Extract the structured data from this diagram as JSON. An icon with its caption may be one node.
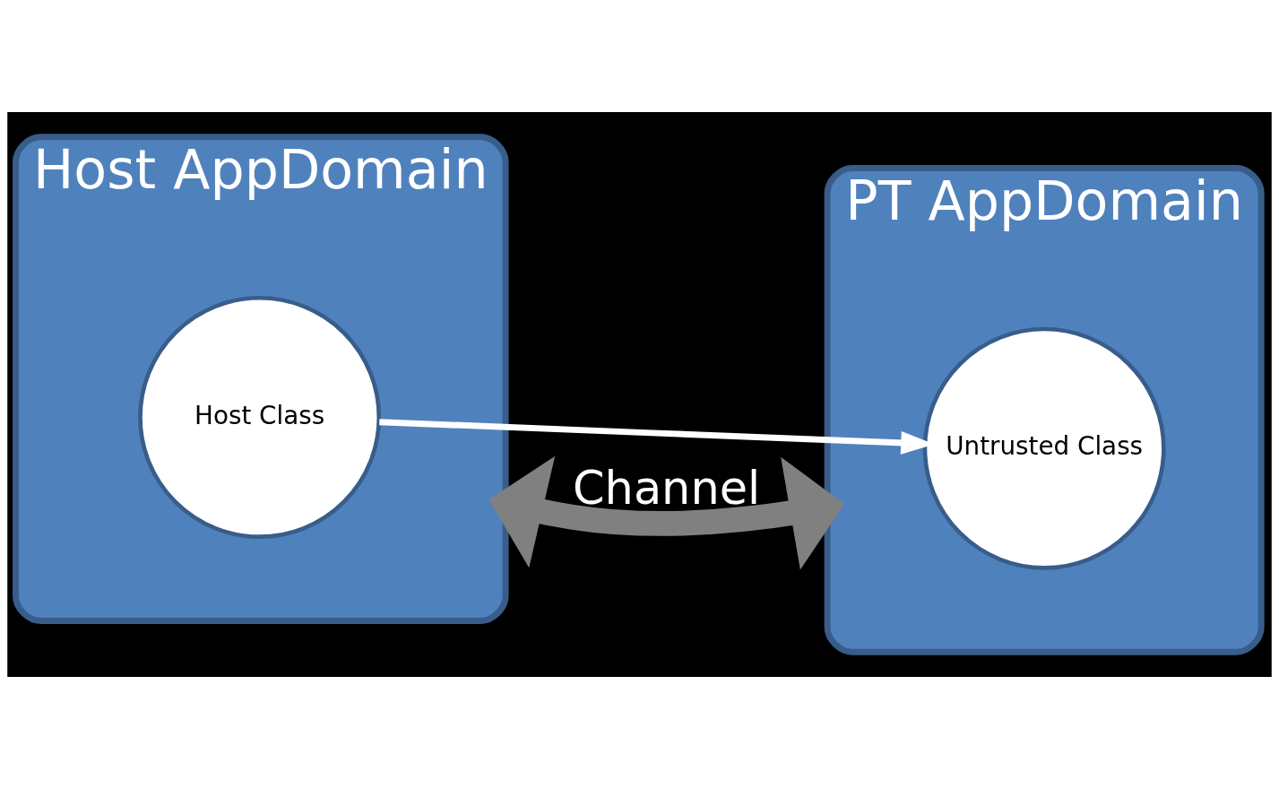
{
  "diagram": {
    "nodes": [
      {
        "text": [
          "Host AppDomain"
        ]
      },
      {
        "text": [
          "Host Class"
        ],
        "in": 0
      },
      {
        "text": [
          "PT AppDomain"
        ]
      },
      {
        "text": [
          "Untrusted Class"
        ],
        "in": 2
      }
    ],
    "edges": [
      {
        "from": 1,
        "to": 3,
        "arrow": "to",
        "color": "#ffffff"
      },
      {
        "from": 0,
        "to": 2,
        "arrow": "both",
        "label": "Channel",
        "style": "thick",
        "color": "#808080"
      }
    ]
  }
}
